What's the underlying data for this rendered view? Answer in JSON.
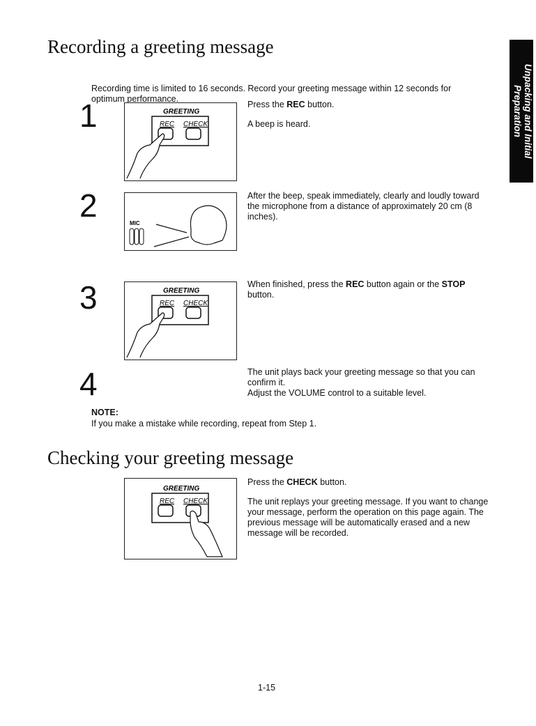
{
  "side_tab": {
    "line1": "Unpacking and Initial",
    "line2": "Preparation"
  },
  "section1": {
    "title": "Recording a greeting message",
    "intro": "Recording time is limited to 16 seconds. Record your greeting message within 12 seconds for optimum performance.",
    "steps": [
      {
        "number": "1",
        "text_a": "Press the ",
        "bold_a": "REC",
        "text_b": " button.",
        "extra": "A beep is heard."
      },
      {
        "number": "2",
        "text": "After the beep, speak immediately, clearly and loudly toward the microphone from a distance of approximately 20 cm (8 inches)."
      },
      {
        "number": "3",
        "text_a": "When finished, press the ",
        "bold_a": "REC",
        "text_b": " button again or the ",
        "bold_b": "STOP",
        "text_c": " button."
      },
      {
        "number": "4",
        "text": "The unit plays back your greeting message so that you can confirm it.",
        "extra": "Adjust the VOLUME control to a suitable level."
      }
    ],
    "note_label": "NOTE:",
    "note_text": "If you make a mistake while recording, repeat from Step 1."
  },
  "illustration": {
    "greeting": "GREETING",
    "rec": "REC",
    "check": "CHECK",
    "mic": "MIC"
  },
  "section2": {
    "title": "Checking your greeting message",
    "text_a": "Press the ",
    "bold_a": "CHECK",
    "text_b": " button.",
    "body": "The unit replays your greeting message. If you want to change your message, perform the operation on this page again. The previous message will be automatically erased and a new message will be recorded."
  },
  "page_number": "1-15"
}
